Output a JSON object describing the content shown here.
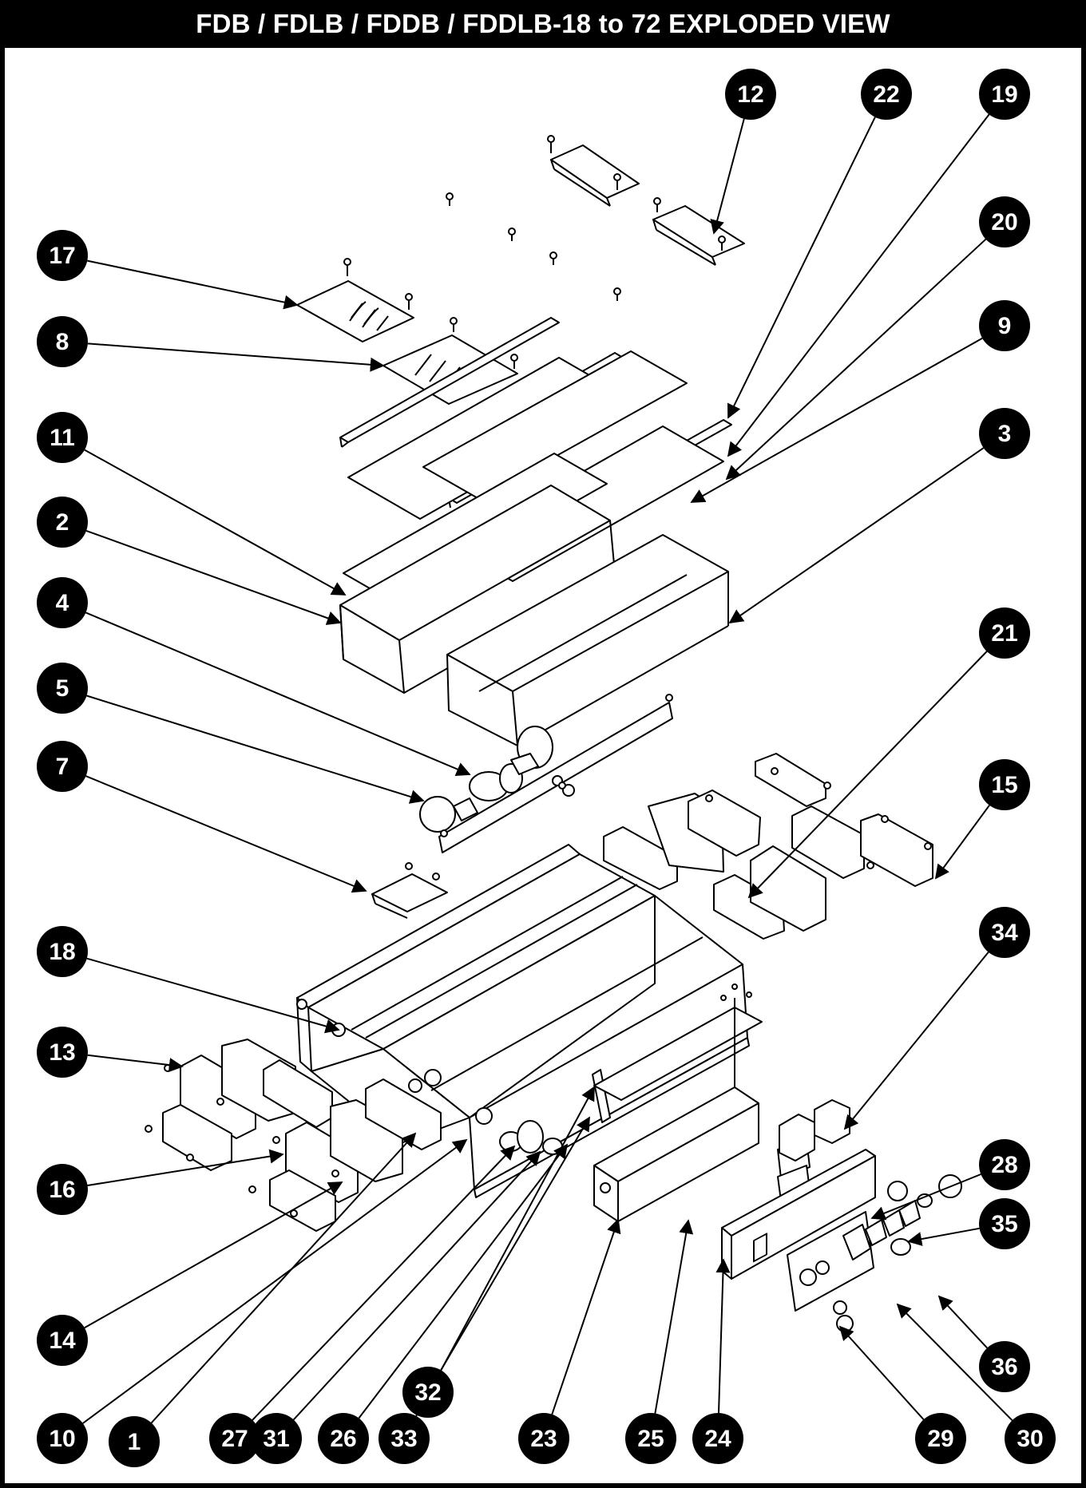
{
  "title": "FDB / FDLB / FDDB / FDDLB-18 to 72 EXPLODED VIEW",
  "callouts": [
    "12",
    "22",
    "19",
    "17",
    "20",
    "8",
    "9",
    "11",
    "3",
    "2",
    "4",
    "21",
    "5",
    "7",
    "15",
    "18",
    "34",
    "13",
    "28",
    "16",
    "35",
    "14",
    "36",
    "32",
    "10",
    "1",
    "27",
    "31",
    "26",
    "33",
    "23",
    "25",
    "24",
    "29",
    "30"
  ],
  "colors": {
    "ink": "#000000",
    "paper": "#ffffff",
    "callout_fill": "#000000",
    "callout_text": "#ffffff"
  }
}
